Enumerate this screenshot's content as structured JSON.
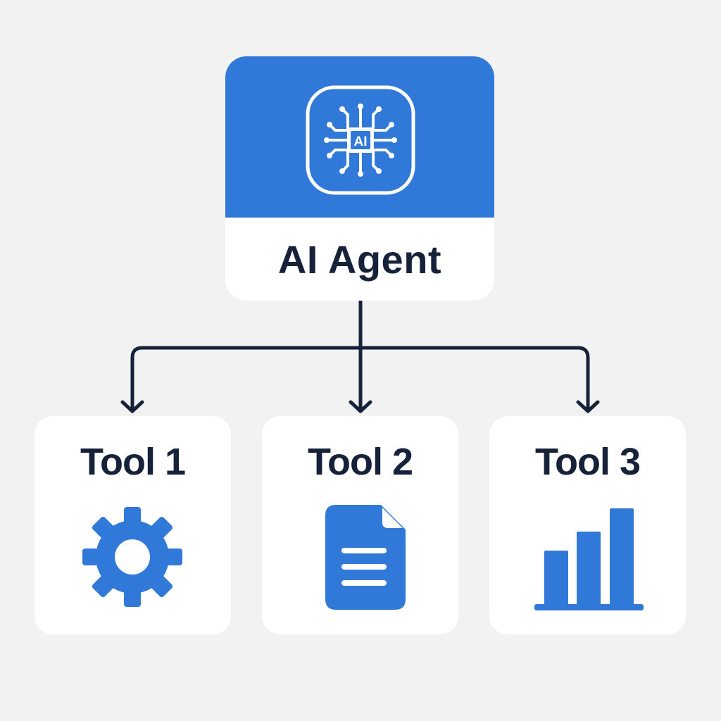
{
  "agent": {
    "title": "AI Agent",
    "chip_text": "AI",
    "icon": "ai-chip-icon"
  },
  "tools": [
    {
      "label": "Tool 1",
      "icon": "gear-icon"
    },
    {
      "label": "Tool 2",
      "icon": "document-icon"
    },
    {
      "label": "Tool 3",
      "icon": "bar-chart-icon"
    }
  ],
  "colors": {
    "background": "#f2f2f2",
    "accent": "#3079d8",
    "card": "#ffffff",
    "text": "#16213a",
    "connector": "#16213a"
  }
}
